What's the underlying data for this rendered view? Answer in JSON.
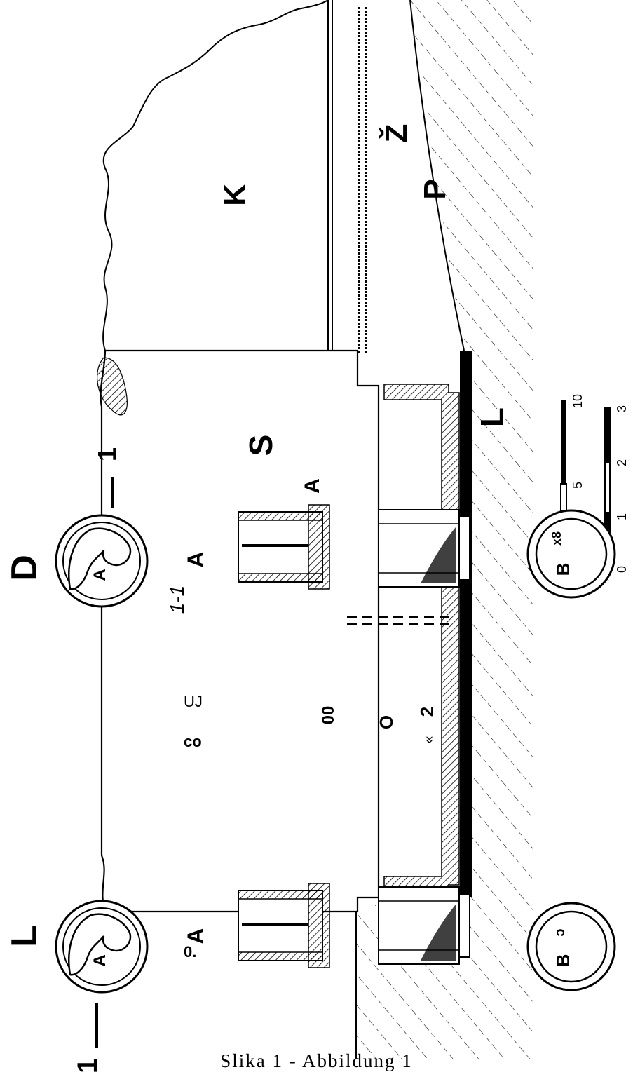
{
  "figure": {
    "caption": "Slika 1 - Abbildung 1",
    "section": {
      "labels": [
        "K",
        "Ž",
        "P",
        "S",
        "A",
        "L"
      ]
    },
    "scale_bars": [
      {
        "ticks": [
          "0",
          "5",
          "10"
        ]
      },
      {
        "ticks": [
          "0",
          "1",
          "2",
          "3"
        ]
      }
    ],
    "details": {
      "left_label": "L",
      "right_label": "D",
      "section_mark": "1",
      "section_mark_right": "1",
      "section_title": "1-1",
      "part_A": "A",
      "part_B": "B",
      "bottom_left_mark": "ↄ",
      "bottom_right_mark": "x8"
    },
    "stray_glyphs": [
      "0.",
      "co",
      "UJ",
      "00",
      "O",
      "«",
      "2"
    ]
  }
}
